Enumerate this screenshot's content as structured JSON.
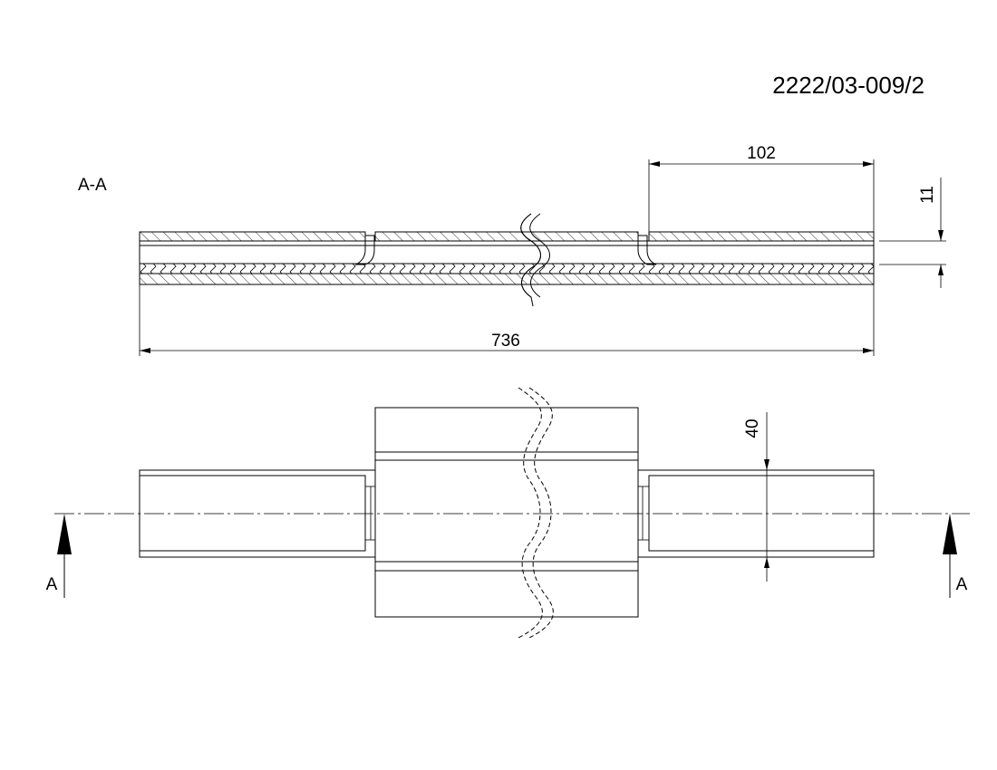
{
  "drawing": {
    "number": "2222/03-009/2",
    "section_label": "A-A",
    "dimensions": {
      "overall_length": "736",
      "end_length": "102",
      "wall_height": "11",
      "width": "40"
    },
    "section_arrows": {
      "left": "A",
      "right": "A"
    }
  }
}
